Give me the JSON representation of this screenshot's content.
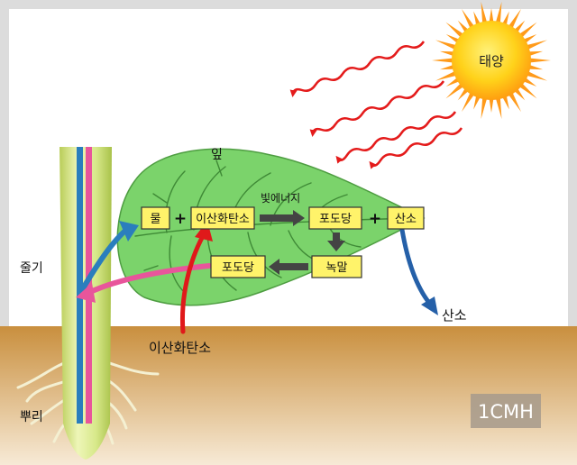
{
  "labels": {
    "sun": "태양",
    "leaf": "잎",
    "stem": "줄기",
    "root": "뿌리",
    "light_energy": "빛에너지",
    "co2_input": "이산화탄소",
    "oxygen_output": "산소",
    "watermark": "1CMH"
  },
  "boxes": {
    "water": "물",
    "co2": "이산화탄소",
    "glucose": "포도당",
    "oxygen": "산소",
    "starch": "녹말",
    "glucose2": "포도당"
  },
  "operators": {
    "plus1": "+",
    "plus2": "+"
  },
  "colors": {
    "sky_border": "#dcdcdc",
    "soil_top": "#c98f3e",
    "soil_bottom": "#f7ead6",
    "leaf_fill": "#7bd36b",
    "leaf_vein": "#3f8a36",
    "box_fill": "#fff36a",
    "sun_core": "#ffcc00",
    "sun_ray": "#ff9a1a",
    "light_arrow": "#e41b1b",
    "water_arrow": "#2a7ebd",
    "sugar_arrow": "#e8559b",
    "co2_arrow": "#e0191a",
    "o2_arrow": "#2560a8",
    "process_arrow": "#444444"
  }
}
